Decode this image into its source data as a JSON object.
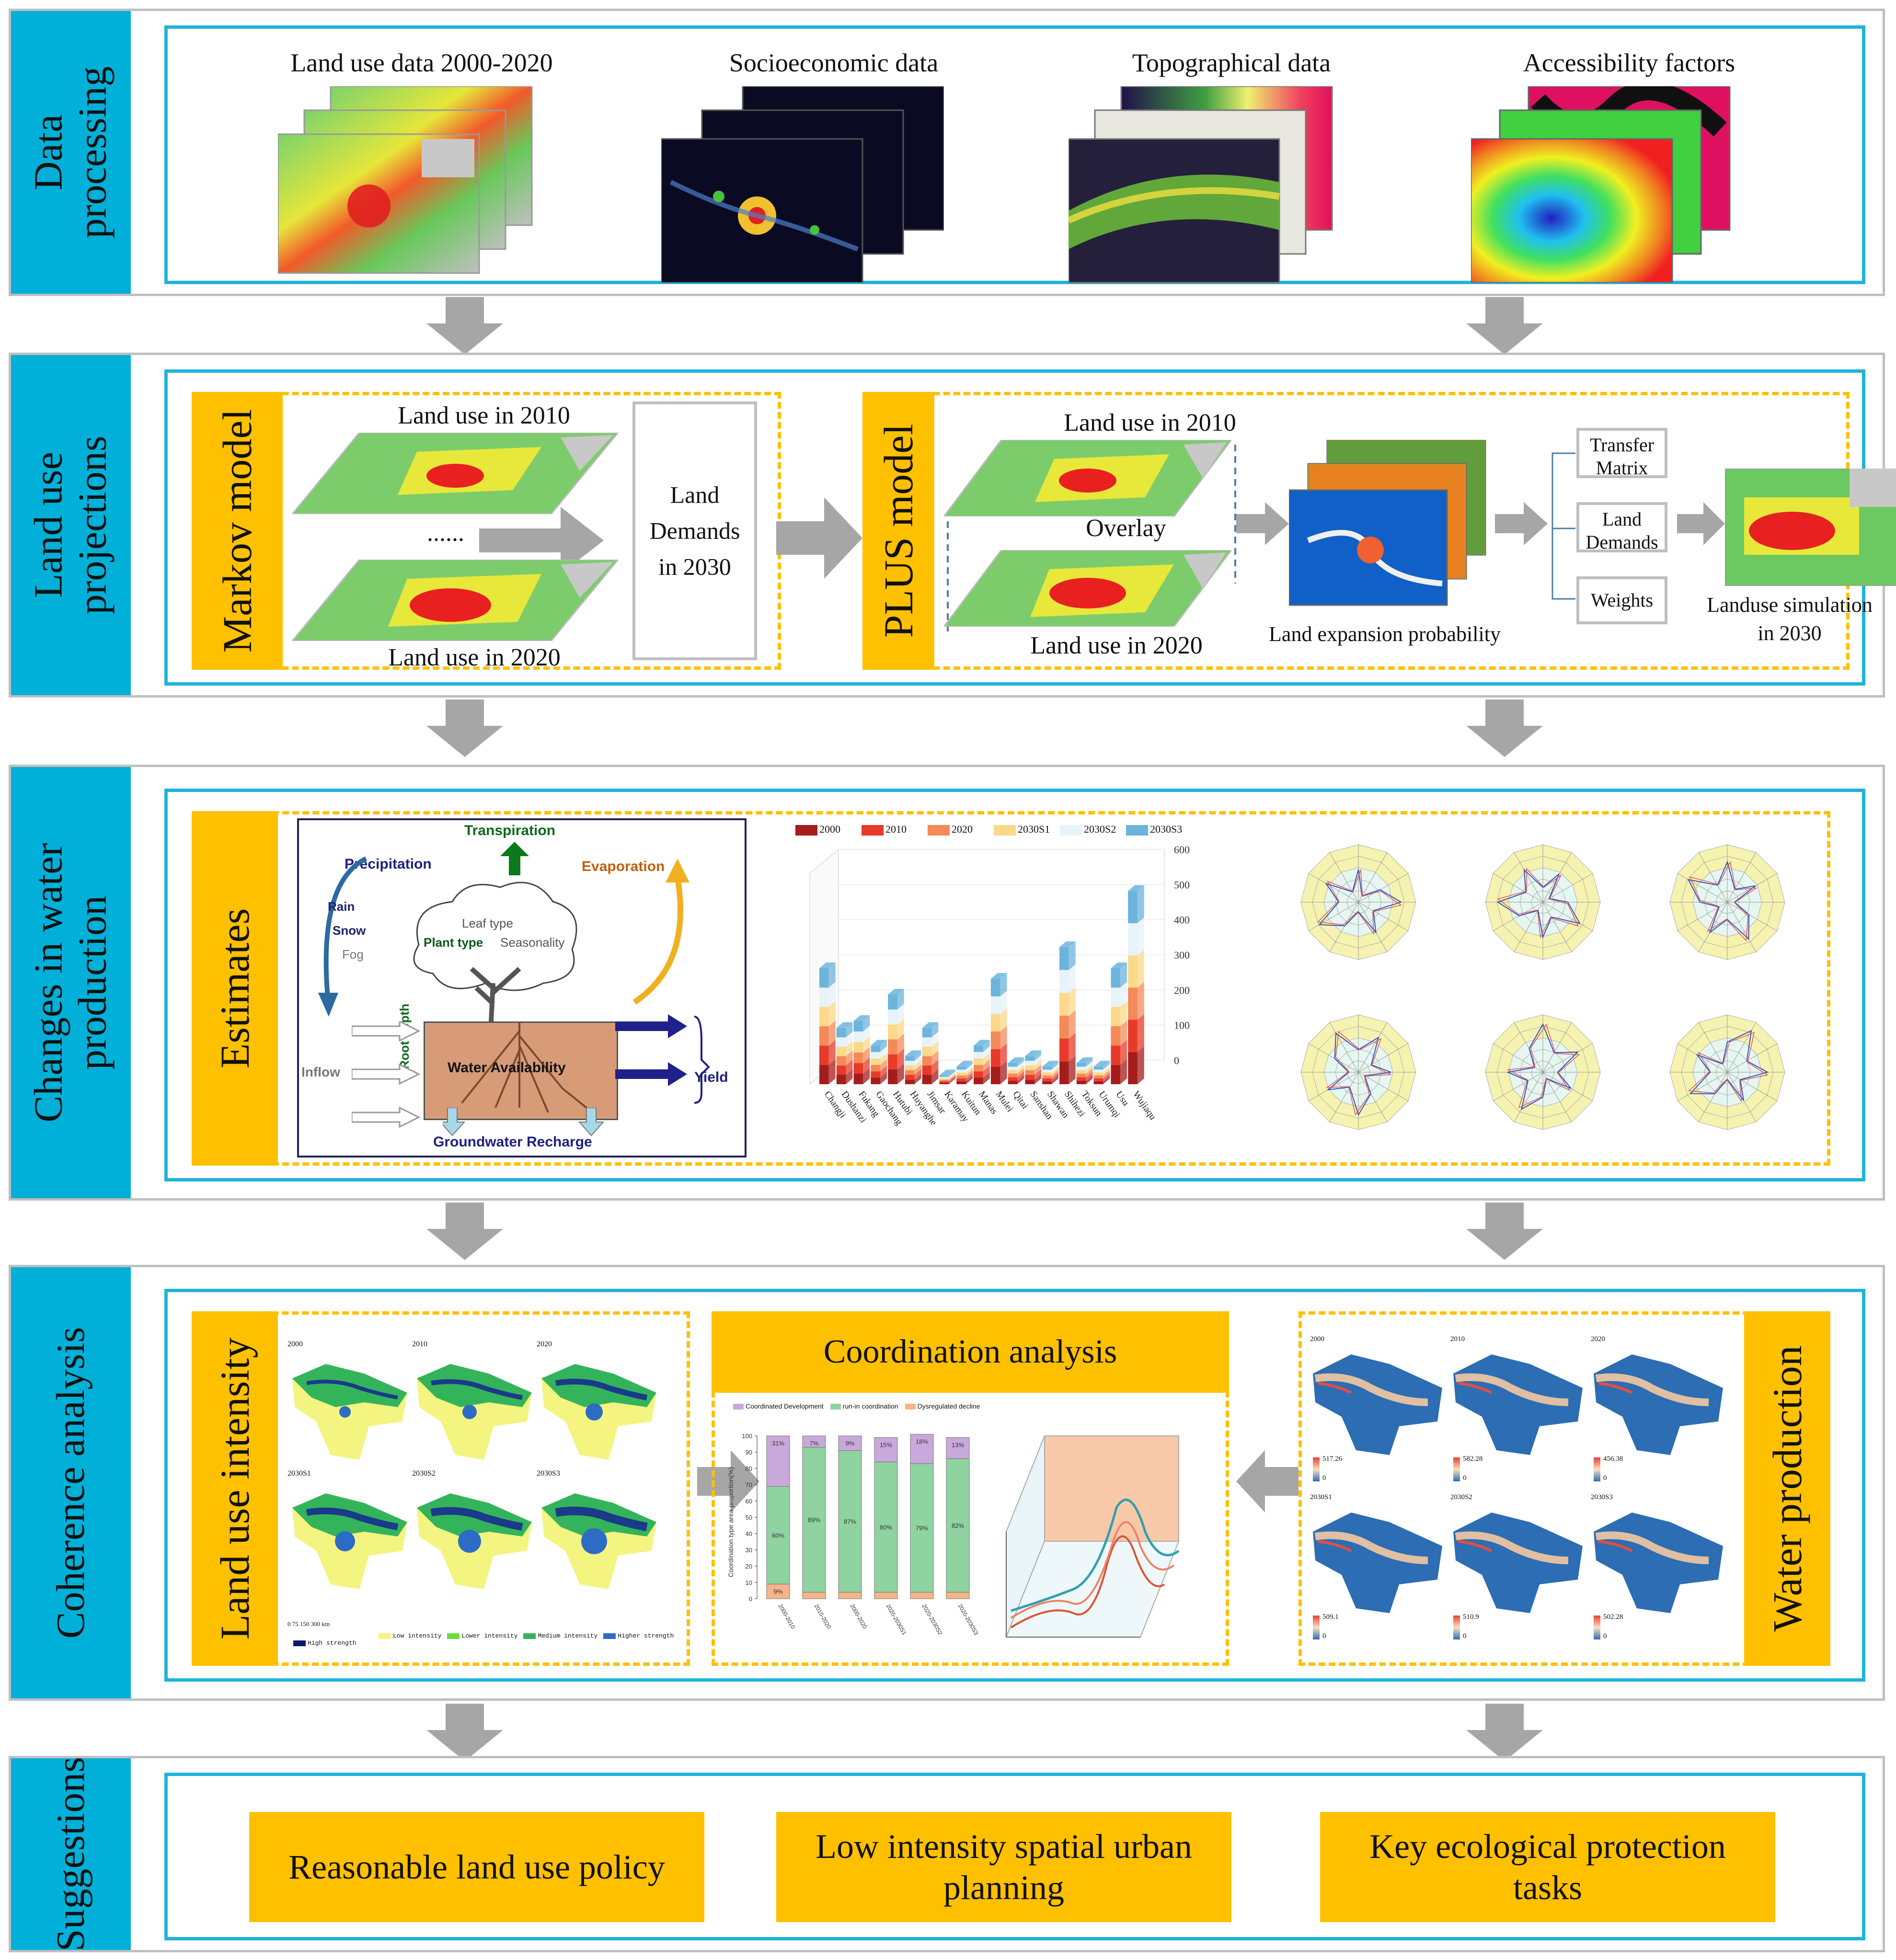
{
  "stages": {
    "data_processing": "Data processing",
    "land_use_projections": "Land use projections",
    "water_production": "Changes in water production",
    "coherence": "Coherence analysis",
    "suggestions": "Suggestions"
  },
  "data_processing": {
    "land_use": "Land use data 2000-2020",
    "socioeconomic": "Socioeconomic data",
    "topographical": "Topographical data",
    "accessibility": "Accessibility factors"
  },
  "projections": {
    "markov": "Markov model",
    "land_use_2010": "Land use in 2010",
    "dots": "......",
    "land_use_2020": "Land use in 2020",
    "land_demands_2030": "Land Demands in 2030",
    "plus": "PLUS model",
    "overlay": "Overlay",
    "expansion": "Land expansion probability",
    "transfer": "Transfer Matrix",
    "demands": "Land Demands",
    "weights": "Weights",
    "simulation": "Landuse simulation in 2030"
  },
  "water": {
    "estimates": "Estimates",
    "transpiration": "Transpiration",
    "precipitation": "Precipitation",
    "evaporation": "Evaporation",
    "rain": "Rain",
    "snow": "Snow",
    "fog": "Fog",
    "leaf_type": "Leaf type",
    "plant_type": "Plant type",
    "seasonality": "Seasonality",
    "root_depth": "Root depth",
    "water_availability": "Water Availability",
    "inflow": "Inflow",
    "yield": "Yield",
    "groundwater": "Groundwater Recharge"
  },
  "coherence": {
    "intensity": "Land use intensity",
    "coordination": "Coordination analysis",
    "water_production": "Water production"
  },
  "suggestions": {
    "s1": "Reasonable land use policy",
    "s2": "Low intensity spatial urban planning",
    "s3": "Key ecological protection tasks"
  },
  "chart_data": [
    {
      "type": "bar",
      "title": "",
      "series": [
        {
          "name": "2000",
          "color": "#a61c1c"
        },
        {
          "name": "2010",
          "color": "#e83a2a"
        },
        {
          "name": "2020",
          "color": "#f4895a"
        },
        {
          "name": "2030S1",
          "color": "#fbd88a"
        },
        {
          "name": "2030S2",
          "color": "#e6f3f8"
        },
        {
          "name": "2030S3",
          "color": "#6cb4dc"
        }
      ],
      "categories": [
        "Changji",
        "Dushanzi",
        "Fukang",
        "Gaochang",
        "Hutubi",
        "Huyanghe",
        "Jimsar",
        "Karamay",
        "Kuitun",
        "Manas",
        "Mulei",
        "Qitai",
        "Sanshan",
        "Shawan",
        "Shihezi",
        "Toksun",
        "Urumqi",
        "Usu",
        "Wujiaqu"
      ],
      "values": [
        330,
        160,
        180,
        110,
        255,
        80,
        160,
        25,
        50,
        110,
        300,
        60,
        80,
        50,
        390,
        60,
        50,
        330,
        550
      ],
      "ylim": [
        0,
        600
      ],
      "yticks": [
        "0",
        "100",
        "200",
        "300",
        "400",
        "500",
        "600"
      ]
    },
    {
      "type": "bar",
      "title": "",
      "ylabel": "Coordination type area proportion(%)",
      "legend": [
        "Coordinated Development",
        "run-in coordination",
        "Dysregulated decline"
      ],
      "categories": [
        "2000-2010",
        "2010-2020",
        "2000-2020",
        "2020-2030S1",
        "2020-2030S2",
        "2020-2030S3"
      ],
      "series": [
        {
          "name": "Dysregulated decline",
          "values": [
            9,
            4,
            4,
            4,
            4,
            4
          ]
        },
        {
          "name": "run-in coordination",
          "values": [
            60,
            89,
            87,
            80,
            79,
            82
          ]
        },
        {
          "name": "Coordinated Development",
          "values": [
            31,
            7,
            9,
            15,
            18,
            13
          ]
        }
      ],
      "labels": {
        "top": [
          "31%",
          "7%",
          "9%",
          "15%",
          "18%",
          "13%"
        ],
        "mid": [
          "60%",
          "89%",
          "87%",
          "80%",
          "79%",
          "82%"
        ],
        "bottom": [
          "9%",
          "",
          "",
          "",
          "",
          ""
        ]
      }
    }
  ],
  "intensity_years": [
    "2000",
    "2010",
    "2020",
    "2030S1",
    "2030S2",
    "2030S3"
  ],
  "intensity_legend": [
    "Low intensity",
    "Lower intensity",
    "Medium intensity",
    "Higher strength",
    "High strength"
  ],
  "water_maps": [
    {
      "year": "2000",
      "max": "517.26",
      "min": "0"
    },
    {
      "year": "2010",
      "max": "582.28",
      "min": "0"
    },
    {
      "year": "2020",
      "max": "456.38",
      "min": "0"
    },
    {
      "year": "2030S1",
      "max": "509.1",
      "min": "0"
    },
    {
      "year": "2030S2",
      "max": "510.9",
      "min": "0"
    },
    {
      "year": "2030S3",
      "max": "502.28",
      "min": "0"
    }
  ],
  "scale_bar": [
    "0",
    "75",
    "150",
    "300 km"
  ]
}
